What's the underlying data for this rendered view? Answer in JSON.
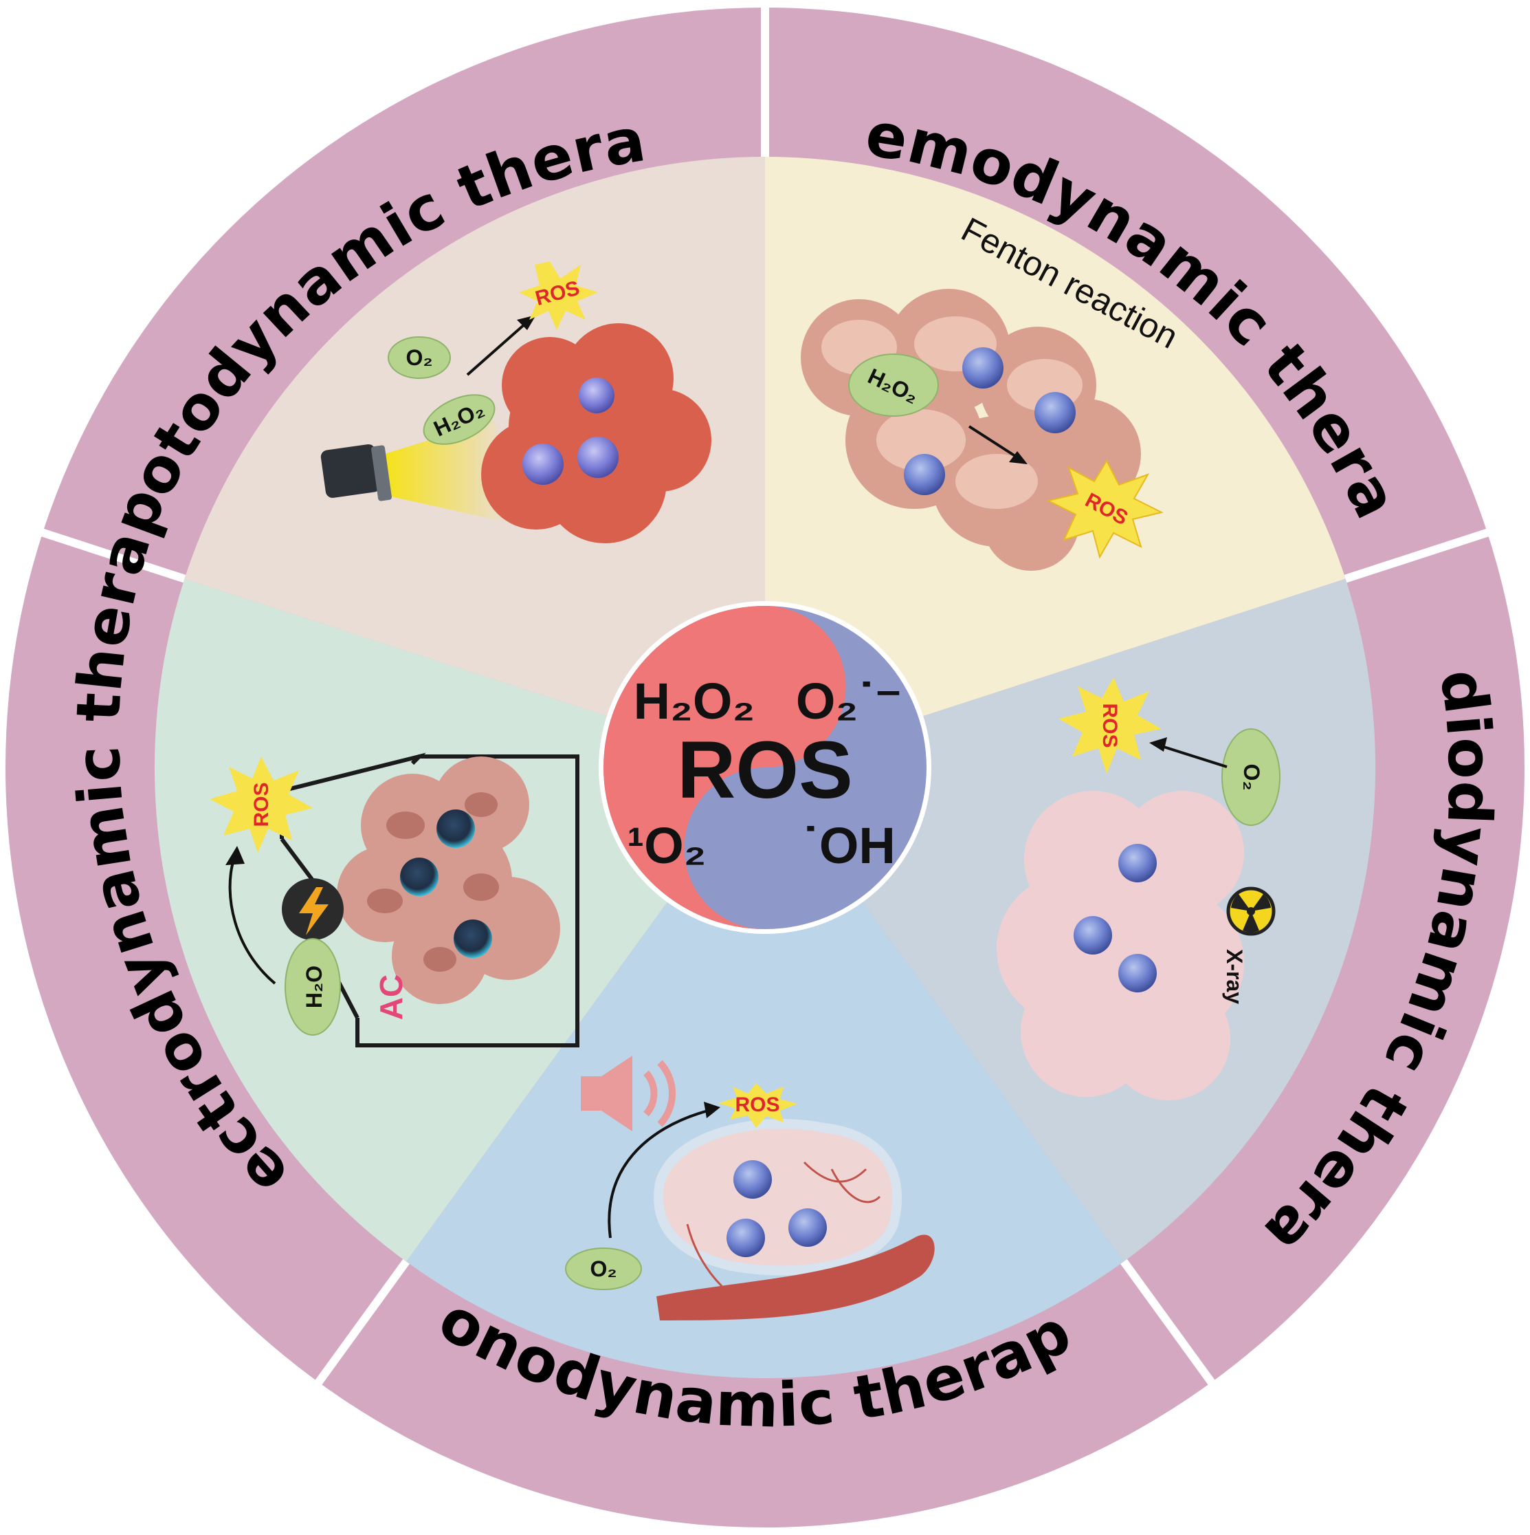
{
  "sectors": [
    {
      "id": "photodynamic",
      "label": "Photodynamic therapy",
      "bg": "#eaddd5"
    },
    {
      "id": "chemodynamic",
      "label": "Chemodynamic therapy",
      "bg": "#f6eed2",
      "note": "Fenton reaction"
    },
    {
      "id": "radiodynamic",
      "label": "Radiodynamic therapy",
      "bg": "#c9d3dd",
      "note": "X-ray"
    },
    {
      "id": "sonodynamic",
      "label": "Sonodynamic therapy",
      "bg": "#bcd5e8"
    },
    {
      "id": "electrodynamic",
      "label": "Electrodynamic therapy",
      "bg": "#d2e6dc",
      "note": "AC"
    }
  ],
  "ring_color": "#d4a8c1",
  "center": {
    "title": "ROS",
    "species": {
      "h2o2": "H₂O₂",
      "superoxide": "O₂˙⁻",
      "singlet": "¹O₂",
      "hydroxyl": "˙OH"
    },
    "left_color": "#f07777",
    "right_color": "#8f99c9"
  },
  "molecules": {
    "o2": "O₂",
    "h2o2": "H₂O₂",
    "h2o": "H₂O"
  },
  "ros_tag": "ROS"
}
